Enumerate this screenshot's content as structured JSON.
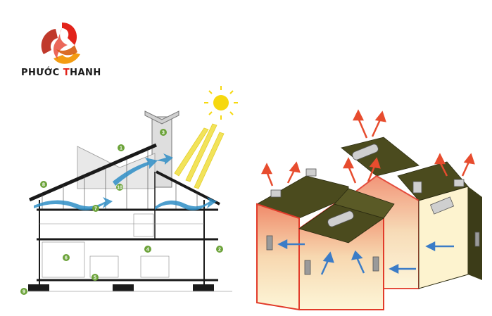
{
  "brand": {
    "name_part1": "PHƯỚC ",
    "name_part2_accent": "T",
    "name_part3": "HANH",
    "accent_color": "#e2231a"
  },
  "left_diagram": {
    "callouts": [
      "1",
      "2",
      "3",
      "4",
      "5",
      "6",
      "7",
      "8",
      "9",
      "10"
    ],
    "colors": {
      "sun": "#f6d80f",
      "sunray": "#f2e35a",
      "airflow": "#2e8ec6",
      "callout": "#6ca33a",
      "structure": "#1a1a1a"
    }
  },
  "right_diagram": {
    "colors": {
      "roof": "#4b4b1e",
      "wall_glow": "#f4c79a",
      "outflow_arrow": "#e74c2e",
      "inflow_arrow": "#3b7cc7",
      "edge": "#e23b2a"
    }
  }
}
